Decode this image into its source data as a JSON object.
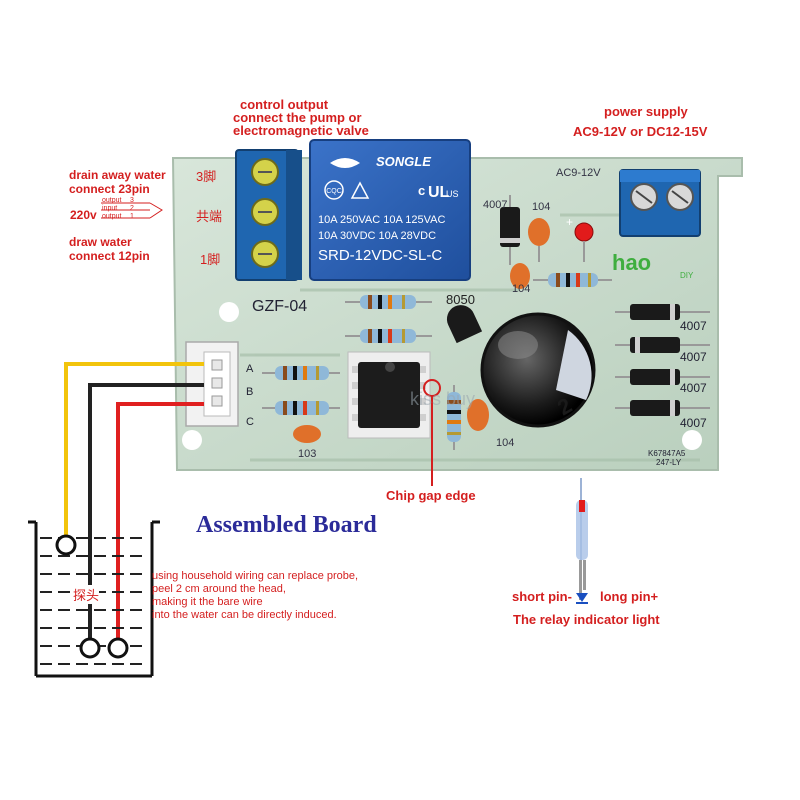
{
  "labels": {
    "control_output": [
      "control output",
      "connect the pump or",
      "electromagnetic valve"
    ],
    "power_supply_title": "power supply",
    "power_supply_value": "AC9-12V or DC12-15V",
    "drain": [
      "drain away water",
      "connect 23pin"
    ],
    "draw": [
      "draw water",
      "connect 12pin"
    ],
    "output_220v": "220v",
    "output_small": [
      "output",
      "input",
      "output"
    ],
    "output_small_nums": [
      "3",
      "2",
      "1"
    ],
    "pin_labels": [
      "3脚",
      "共端",
      "1脚"
    ],
    "assembled_board": "Assembled Board",
    "chip_gap_edge": "Chip gap edge",
    "household_note": [
      "using household wiring can replace probe,",
      "peel 2 cm around the head,",
      "making it the bare wire",
      "into the water can be directly induced."
    ],
    "probe_cn": "探头",
    "short_pin": "short pin-",
    "long_pin": "long pin+",
    "relay_light": "The relay indicator light"
  },
  "board": {
    "model": "GZF-04",
    "transistor": "8050",
    "power_label": "AC9-12V",
    "relay_brand": "SONGLE",
    "relay_lines": [
      "10A 250VAC  10A 125VAC",
      "10A 30VDC  10A 28VDC",
      "SRD-12VDC-SL-C"
    ],
    "relay_cert": "CQC",
    "diode_labels": [
      "4007",
      "4007",
      "4007",
      "4007"
    ],
    "diode_top": "4007",
    "cap_labels": [
      "104",
      "104",
      "104",
      "103"
    ],
    "connector_pins": [
      "A",
      "B",
      "C"
    ],
    "brand": "hao",
    "brand_sub": "DIY",
    "watermark": "kiss buy",
    "serial": [
      "K67847A5",
      "247-LY"
    ]
  },
  "colors": {
    "pcb": "#c9dccd",
    "terminal": "#1f66b0",
    "relay": "#2a5fb5",
    "annotation_red": "#d41f1f",
    "wire_yellow": "#f2c40c",
    "wire_red": "#e02020",
    "wire_black": "#222222"
  }
}
